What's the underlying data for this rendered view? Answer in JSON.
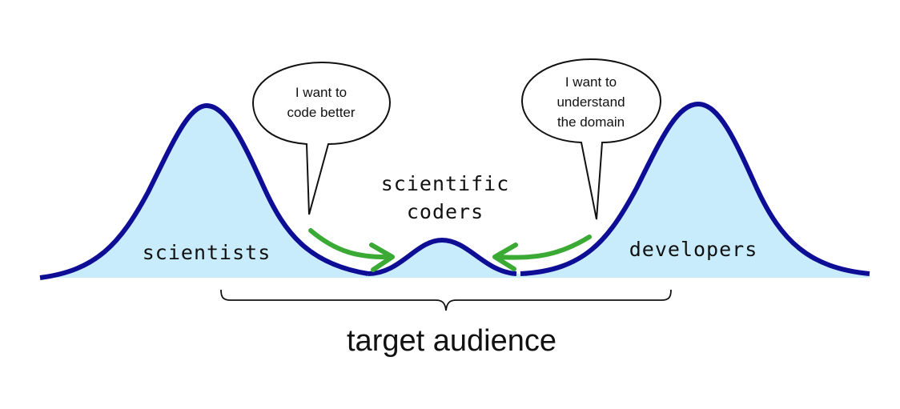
{
  "labels": {
    "scientists": "scientists",
    "developers": "developers",
    "middle_line1": "scientific",
    "middle_line2": "coders",
    "target": "target audience"
  },
  "bubbles": {
    "left": {
      "line1": "I want to",
      "line2": "code better"
    },
    "right": {
      "line1": "I want to",
      "line2": "understand",
      "line3": "the domain"
    }
  },
  "colors": {
    "curve": "#0d0d96",
    "fill": "#c8ecfb",
    "arrow": "#3aaa35",
    "text": "#111111"
  }
}
